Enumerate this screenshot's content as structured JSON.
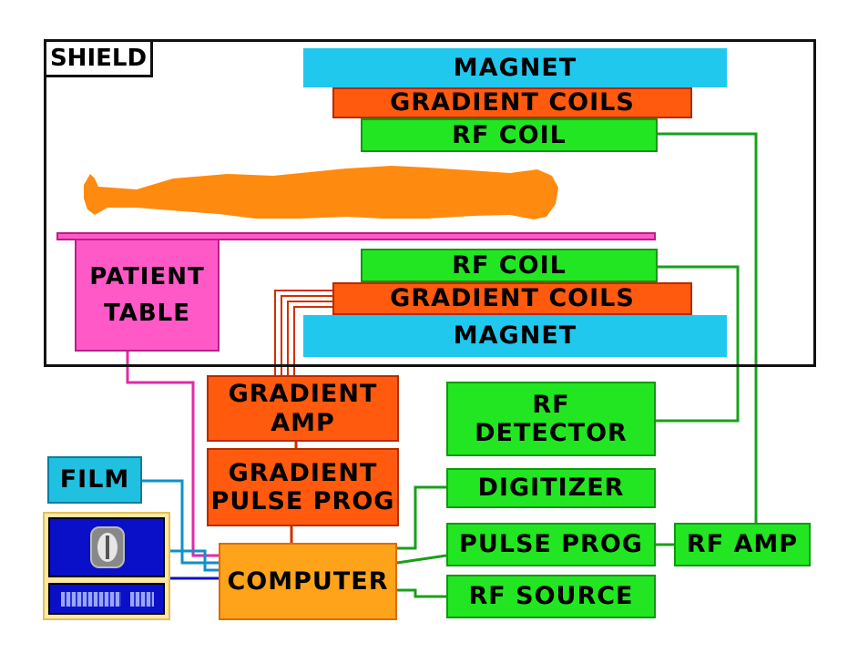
{
  "shield": "SHIELD",
  "magnet_top": "MAGNET",
  "gradient_coils_top": "GRADIENT COILS",
  "rf_coil_top": "RF COIL",
  "rf_coil_bottom": "RF COIL",
  "gradient_coils_bottom": "GRADIENT COILS",
  "magnet_bottom": "MAGNET",
  "patient_table": "PATIENT\nTABLE",
  "gradient_amp": "GRADIENT\nAMP",
  "gradient_pulse_prog": "GRADIENT\nPULSE PROG",
  "rf_detector": "RF\nDETECTOR",
  "digitizer": "DIGITIZER",
  "pulse_prog": "PULSE PROG",
  "rf_amp": "RF AMP",
  "rf_source": "RF SOURCE",
  "computer": "COMPUTER",
  "film": "FILM",
  "colors": {
    "magnet": "#20c8ee",
    "gradient": "#ff5a0e",
    "rf": "#22e622",
    "computer": "#ffa41a",
    "table": "#ff59c8",
    "body": "#ff8a10",
    "monitor": "#0a10c8"
  }
}
